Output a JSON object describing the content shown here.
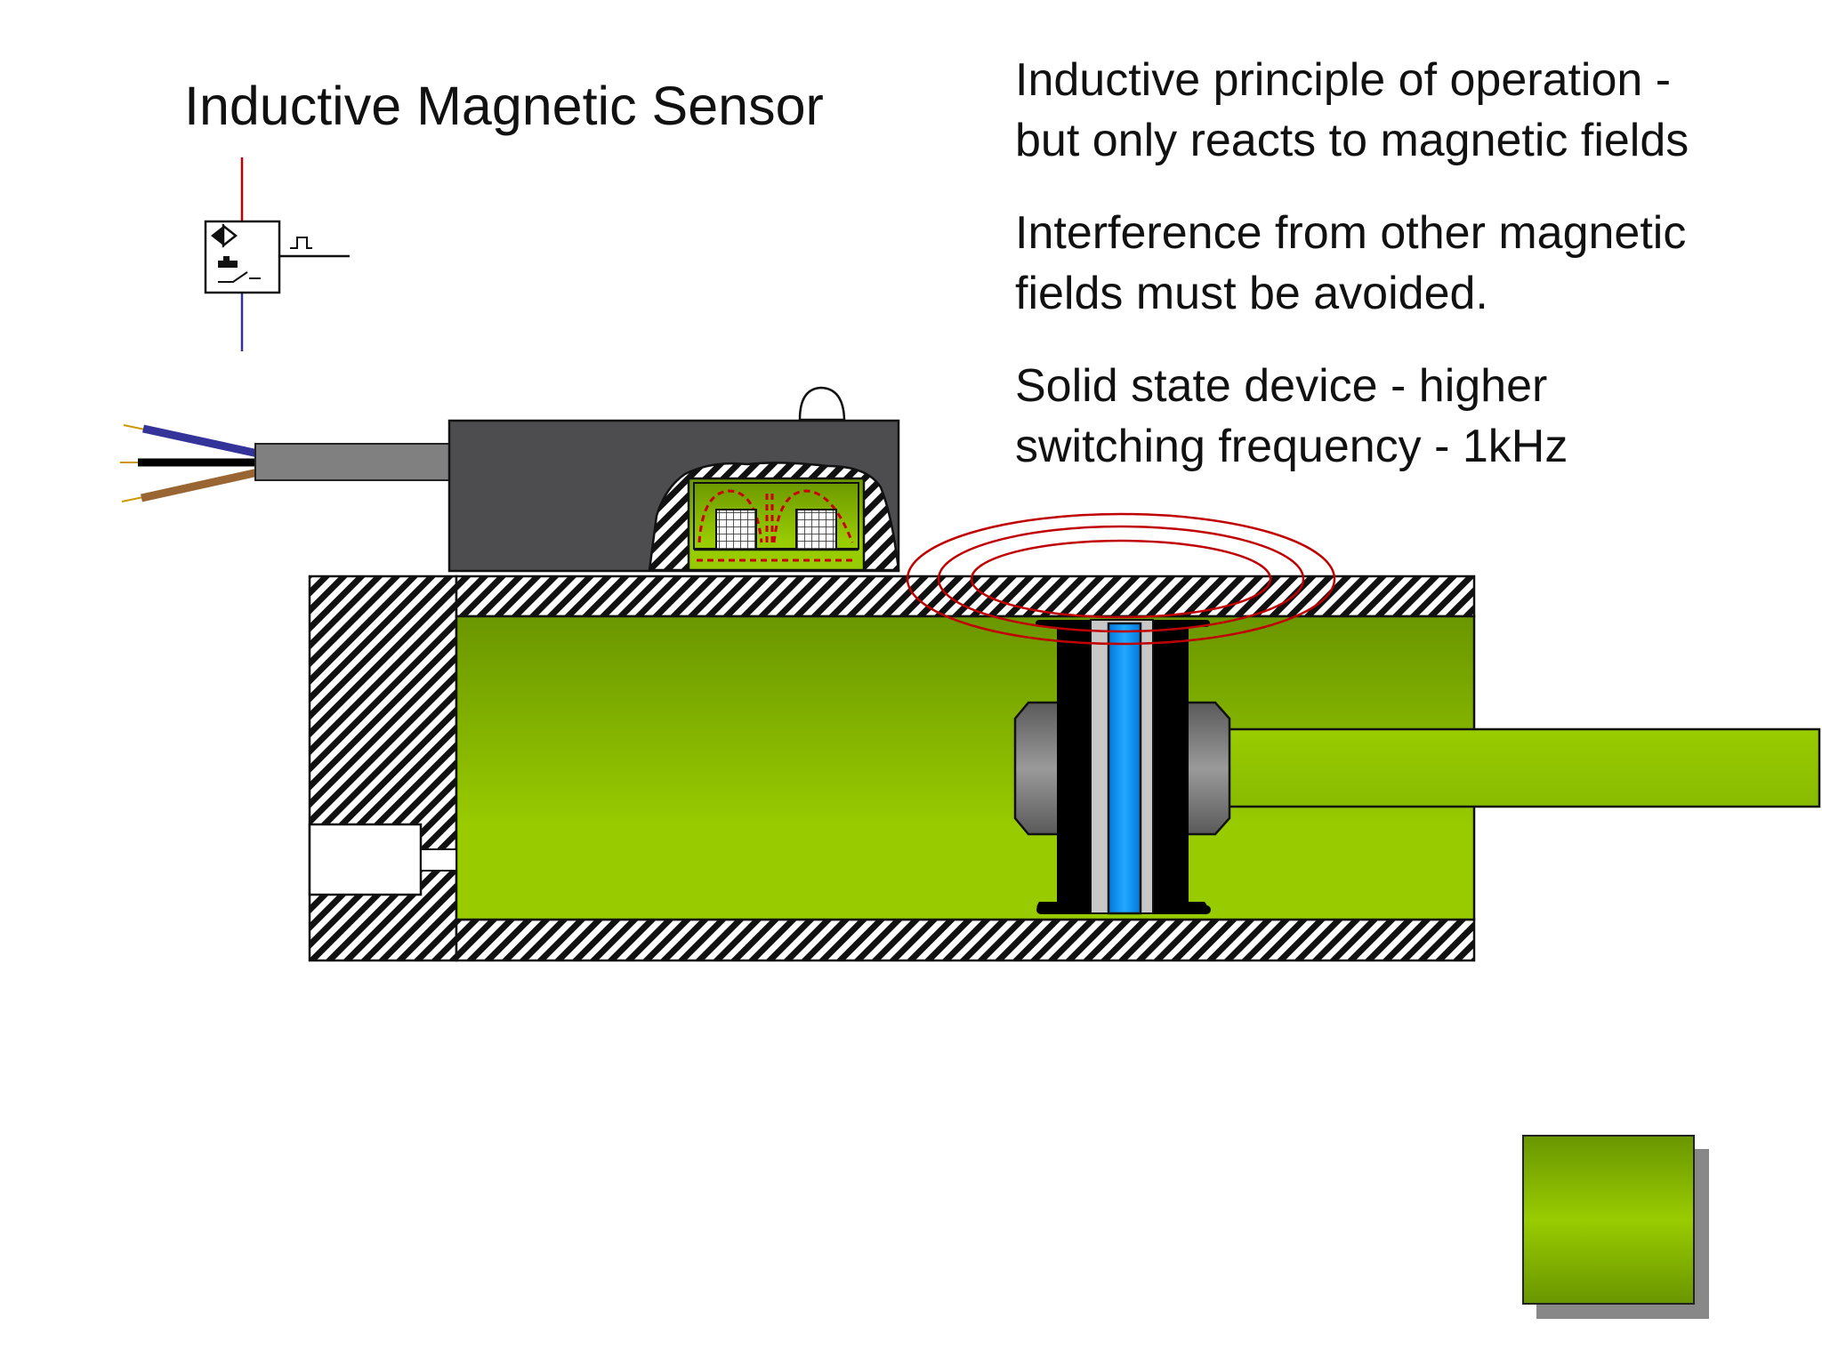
{
  "slide": {
    "title": "Inductive Magnetic Sensor",
    "bullets": [
      {
        "lines": [
          "Inductive principle of operation -",
          "but only reacts to magnetic fields"
        ]
      },
      {
        "lines": [
          "Interference from other magnetic",
          "fields must be avoided."
        ]
      },
      {
        "lines": [
          "Solid state device - higher",
          "switching frequency  - 1kHz"
        ]
      }
    ]
  },
  "colors": {
    "cylinder_green_light": "#99cc00",
    "cylinder_green_dark": "#6a9600",
    "sensor_body": "#4d4d4f",
    "cable_grey": "#808080",
    "wire_blue": "#333399",
    "wire_black": "#000000",
    "wire_brown": "#996633",
    "wire_tip_gold": "#cc9900",
    "magnet_blue": "#0099ff",
    "field_lines_red": "#c00000",
    "symbol_red_wire": "#c00000",
    "symbol_blue_wire": "#333399"
  },
  "icons": {
    "sensor_symbol": "inductive-sensor-symbol-icon",
    "pulse": "pulse-output-icon",
    "nav": "next-slide-button"
  }
}
